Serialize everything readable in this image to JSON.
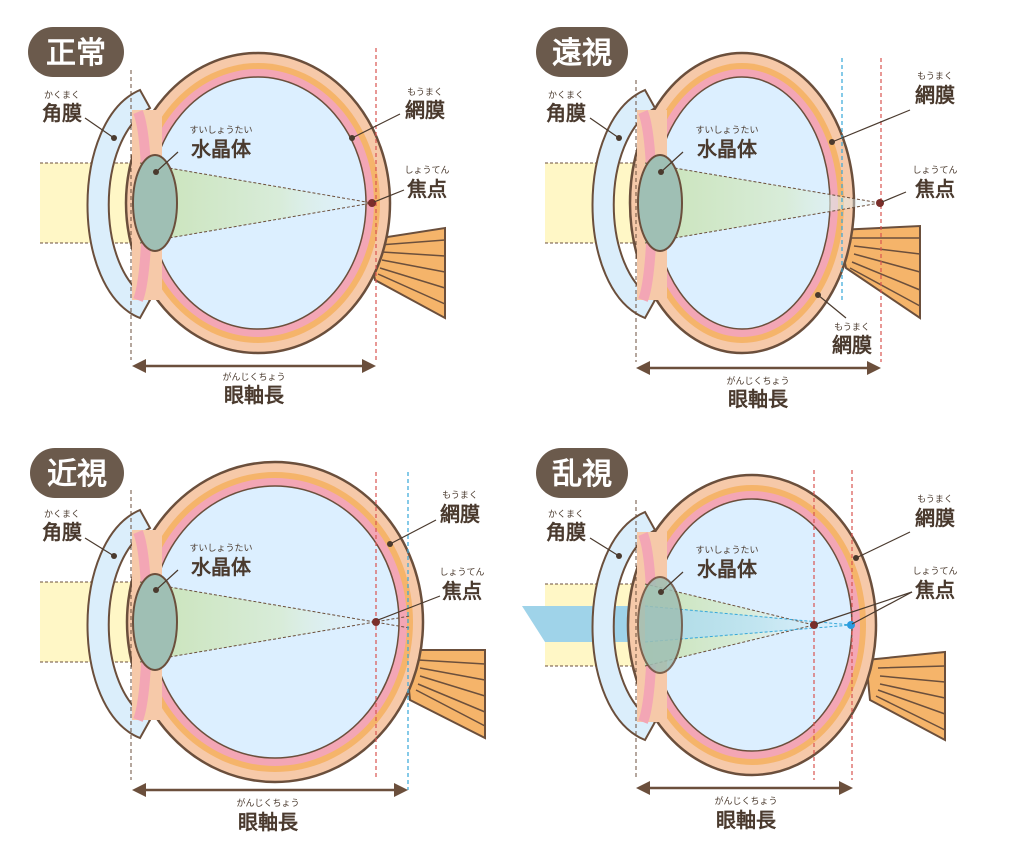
{
  "colors": {
    "outline": "#6b4f3c",
    "skin": "#f6c9a9",
    "skin_light": "#fbd9c3",
    "choroid": "#f3a6b5",
    "retina": "#f5b46a",
    "vitreous": "#dcefff",
    "cornea": "#dbeefb",
    "lens": "#9fbfb4",
    "light": "#fff7c6",
    "red_dash": "#d9534f",
    "blue_dash": "#35a7d9",
    "badge": "#6b5a4c",
    "dot": "#7a2e2a",
    "blue_dot": "#2b9be0"
  },
  "panels": [
    {
      "id": "normal",
      "title": "正常",
      "cornea": {
        "label": "角膜",
        "ruby": "かくまく"
      },
      "lens": {
        "label": "水晶体",
        "ruby": "すいしょうたい"
      },
      "retina": {
        "label": "網膜",
        "ruby": "もうまく"
      },
      "focus": {
        "label": "焦点",
        "ruby": "しょうてん"
      },
      "axial": {
        "label": "眼軸長",
        "ruby": "がんじくちょう"
      }
    },
    {
      "id": "hyperopia",
      "title": "遠視",
      "cornea": {
        "label": "角膜",
        "ruby": "かくまく"
      },
      "lens": {
        "label": "水晶体",
        "ruby": "すいしょうたい"
      },
      "retina": {
        "label": "網膜",
        "ruby": "もうまく"
      },
      "retina2": {
        "label": "網膜",
        "ruby": "もうまく"
      },
      "focus": {
        "label": "焦点",
        "ruby": "しょうてん"
      },
      "axial": {
        "label": "眼軸長",
        "ruby": "がんじくちょう"
      }
    },
    {
      "id": "myopia",
      "title": "近視",
      "cornea": {
        "label": "角膜",
        "ruby": "かくまく"
      },
      "lens": {
        "label": "水晶体",
        "ruby": "すいしょうたい"
      },
      "retina": {
        "label": "網膜",
        "ruby": "もうまく"
      },
      "focus": {
        "label": "焦点",
        "ruby": "しょうてん"
      },
      "axial": {
        "label": "眼軸長",
        "ruby": "がんじくちょう"
      }
    },
    {
      "id": "astigmatism",
      "title": "乱視",
      "cornea": {
        "label": "角膜",
        "ruby": "かくまく"
      },
      "lens": {
        "label": "水晶体",
        "ruby": "すいしょうたい"
      },
      "retina": {
        "label": "網膜",
        "ruby": "もうまく"
      },
      "focus": {
        "label": "焦点",
        "ruby": "しょうてん"
      },
      "axial": {
        "label": "眼軸長",
        "ruby": "がんじくちょう"
      }
    }
  ]
}
